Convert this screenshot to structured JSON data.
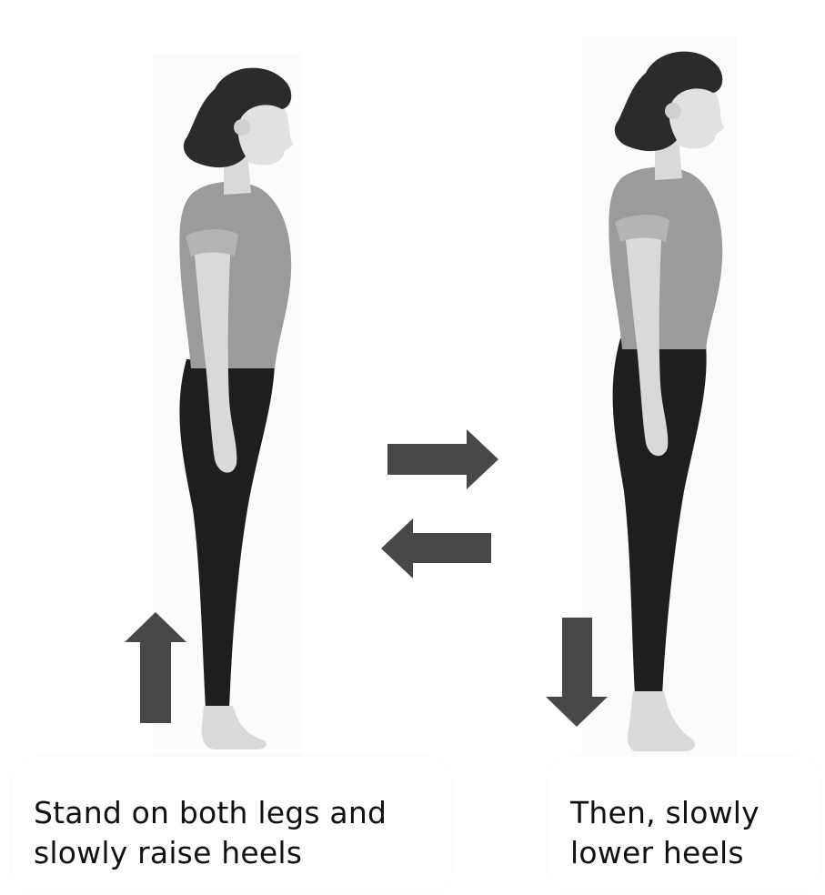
{
  "colors": {
    "background": "#ffffff",
    "arrow": "#484848",
    "hair": "#2b2b2b",
    "shirt": "#9b9b9b",
    "skin": "#d9d9d9",
    "leggings": "#1e1e1e",
    "text": "#111111"
  },
  "captions": {
    "left_line1": "Stand on both legs and",
    "left_line2": "slowly raise heels",
    "right_line1": "Then, slowly",
    "right_line2": "lower heels"
  }
}
